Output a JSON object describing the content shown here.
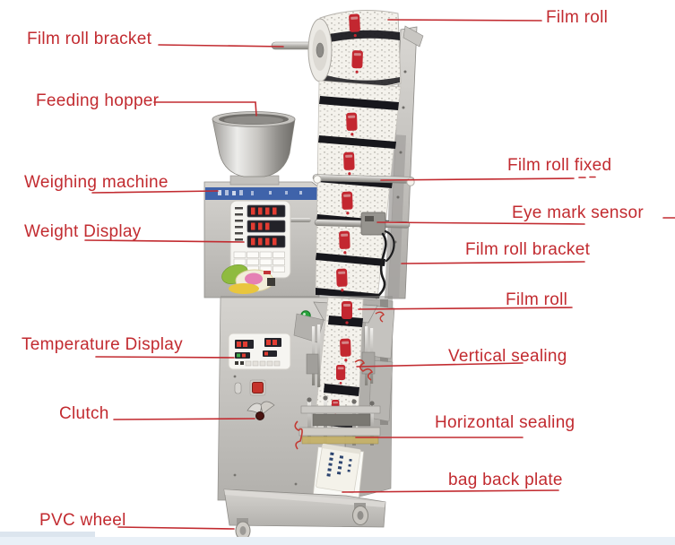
{
  "colors": {
    "accent": "#c22b30",
    "background": "#ffffff",
    "machine_blue_band": "#3f63aa",
    "display_digit_red": "#e23c32",
    "display_digit_green": "#3fae4a",
    "floor_strip": "#e9f0f7"
  },
  "labels": {
    "film_roll_bracket_left": "Film roll bracket",
    "feeding_hopper": "Feeding hopper",
    "weighing_machine": "Weighing machine",
    "weight_display": "Weight Display",
    "temperature_display": "Temperature Display",
    "clutch": "Clutch",
    "pvc_wheel": "PVC wheel",
    "film_roll_top": "Film roll",
    "film_roll_fixed": "Film roll fixed",
    "eye_mark_sensor": "Eye mark sensor",
    "film_roll_bracket_right": "Film roll bracket",
    "film_roll_mid": "Film roll",
    "vertical_sealing": "Vertical sealing",
    "horizontal_sealing": "Horizontal sealing",
    "bag_back_plate": "bag back plate"
  }
}
